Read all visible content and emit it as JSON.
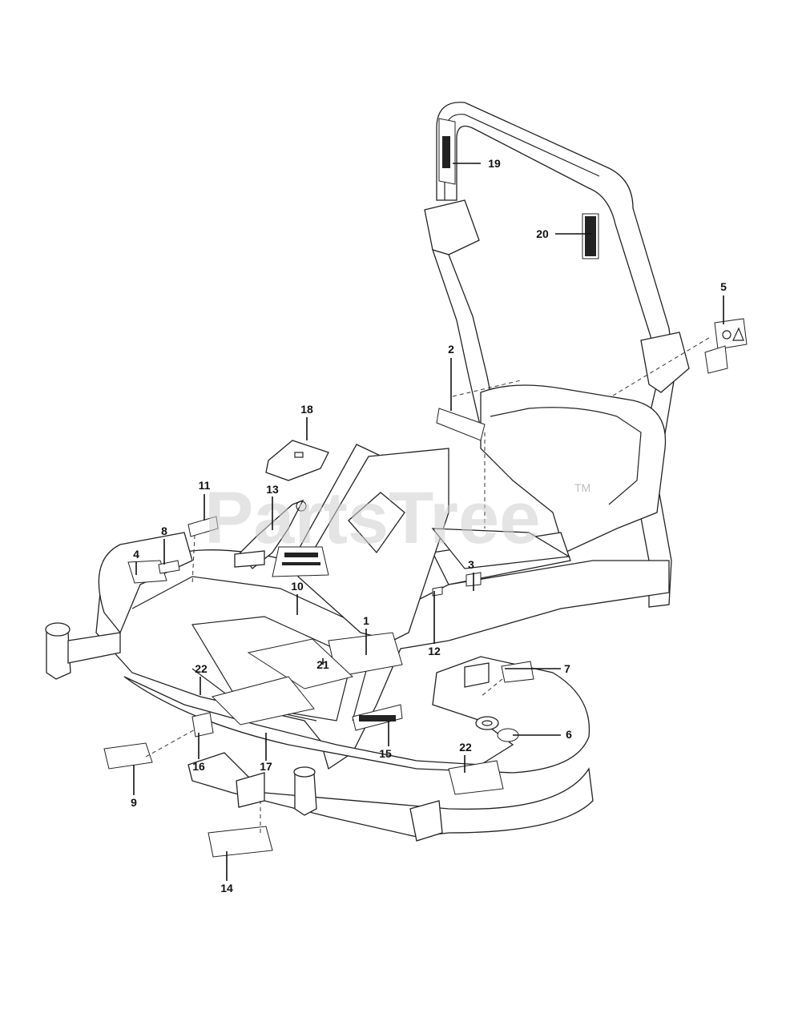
{
  "watermark": {
    "text": "PartsTree",
    "trademark": "TM"
  },
  "callouts": [
    {
      "id": "c1",
      "text": "1"
    },
    {
      "id": "c2",
      "text": "2"
    },
    {
      "id": "c3",
      "text": "3"
    },
    {
      "id": "c4",
      "text": "4"
    },
    {
      "id": "c5",
      "text": "5"
    },
    {
      "id": "c6",
      "text": "6"
    },
    {
      "id": "c7",
      "text": "7"
    },
    {
      "id": "c8",
      "text": "8"
    },
    {
      "id": "c9",
      "text": "9"
    },
    {
      "id": "c10",
      "text": "10"
    },
    {
      "id": "c11",
      "text": "11"
    },
    {
      "id": "c12",
      "text": "12"
    },
    {
      "id": "c13",
      "text": "13"
    },
    {
      "id": "c14",
      "text": "14"
    },
    {
      "id": "c15",
      "text": "15"
    },
    {
      "id": "c16",
      "text": "16"
    },
    {
      "id": "c17",
      "text": "17"
    },
    {
      "id": "c18",
      "text": "18"
    },
    {
      "id": "c19",
      "text": "19"
    },
    {
      "id": "c20",
      "text": "20"
    },
    {
      "id": "c21",
      "text": "21"
    },
    {
      "id": "c22a",
      "text": "22"
    },
    {
      "id": "c22b",
      "text": "22"
    }
  ]
}
